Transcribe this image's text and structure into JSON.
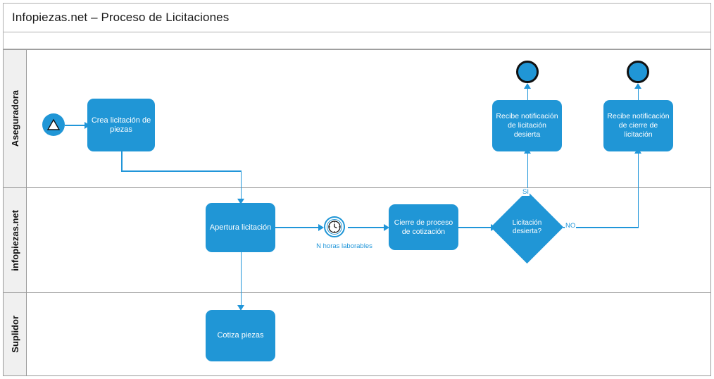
{
  "pool": {
    "title": "Infopiezas.net – Proceso de Licitaciones"
  },
  "lanes": [
    {
      "id": "aseguradora",
      "label": "Aseguradora"
    },
    {
      "id": "infopiezas",
      "label": "infopiezas.net"
    },
    {
      "id": "suplidor",
      "label": "Suplidor"
    }
  ],
  "nodes": {
    "start_event": {
      "type": "start-signal-event",
      "label": ""
    },
    "crea_licitacion": {
      "label": "Crea licitación de piezas"
    },
    "recibe_desierta": {
      "label": "Recibe notificación de licitación desierta"
    },
    "recibe_cierre": {
      "label": "Recibe notificación de cierre de licitación"
    },
    "end_desierta": {
      "type": "end-event",
      "label": ""
    },
    "end_cierre": {
      "type": "end-event",
      "label": ""
    },
    "apertura": {
      "label": "Apertura licitación"
    },
    "timer": {
      "type": "timer-event",
      "label": "N horas laborables"
    },
    "cierre_cotizacion": {
      "label": "Cierre de proceso de cotización"
    },
    "gateway": {
      "label": "Licitación desierta?"
    },
    "cotiza": {
      "label": "Cotiza piezas"
    }
  },
  "flows": {
    "si": "SI",
    "no": "NO"
  },
  "colors": {
    "shape_fill": "#2096d6",
    "connector": "#2196d9",
    "lane_header_bg": "#f0f0f0",
    "border": "#9a9a9a",
    "text_on_shape": "#ffffff"
  }
}
